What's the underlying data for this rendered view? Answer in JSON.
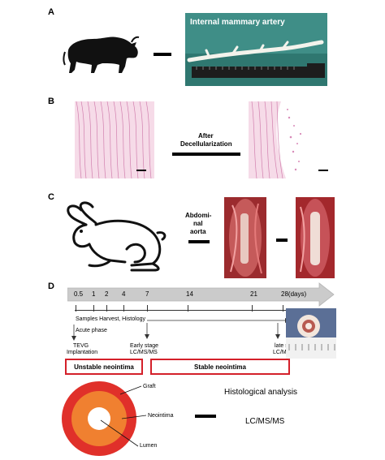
{
  "panelA": {
    "letter": "A",
    "photo_label": "Internal mammary artery",
    "animal_icon": "bison-icon"
  },
  "panelB": {
    "letter": "B",
    "arrow_label_line1": "After",
    "arrow_label_line2": "Decellularization",
    "stain_color": "#f4d4e4"
  },
  "panelC": {
    "letter": "C",
    "label_line1": "Abdomi-",
    "label_line2": "nal",
    "label_line3": "aorta",
    "animal_icon": "rabbit-icon"
  },
  "panelD": {
    "letter": "D",
    "timeline_ticks": [
      "0.5",
      "1",
      "2",
      "4",
      "7",
      "14",
      "21",
      "28(days)"
    ],
    "samples_label": "Samples Harvest, Histology",
    "acute_label": "Acute phase",
    "tevg_line1": "TEVG",
    "tevg_line2": "Implantation",
    "early_line1": "Early stage",
    "early_line2": "LC/MS/MS",
    "late_line1": "late stage",
    "late_line2": "LC/MS/MS",
    "unstable_label": "Unstable neointima",
    "stable_label": "Stable neointima",
    "graft_label": "Graft",
    "neointima_label": "Neointima",
    "lumen_label": "Lumen",
    "histo_analysis_label": "Histological  analysis",
    "lcms_label": "LC/MS/MS",
    "accent_red": "#d4202a",
    "arrow_color": "#c8c8c8",
    "graft_color": "#e0302a",
    "neointima_color": "#f08030"
  }
}
